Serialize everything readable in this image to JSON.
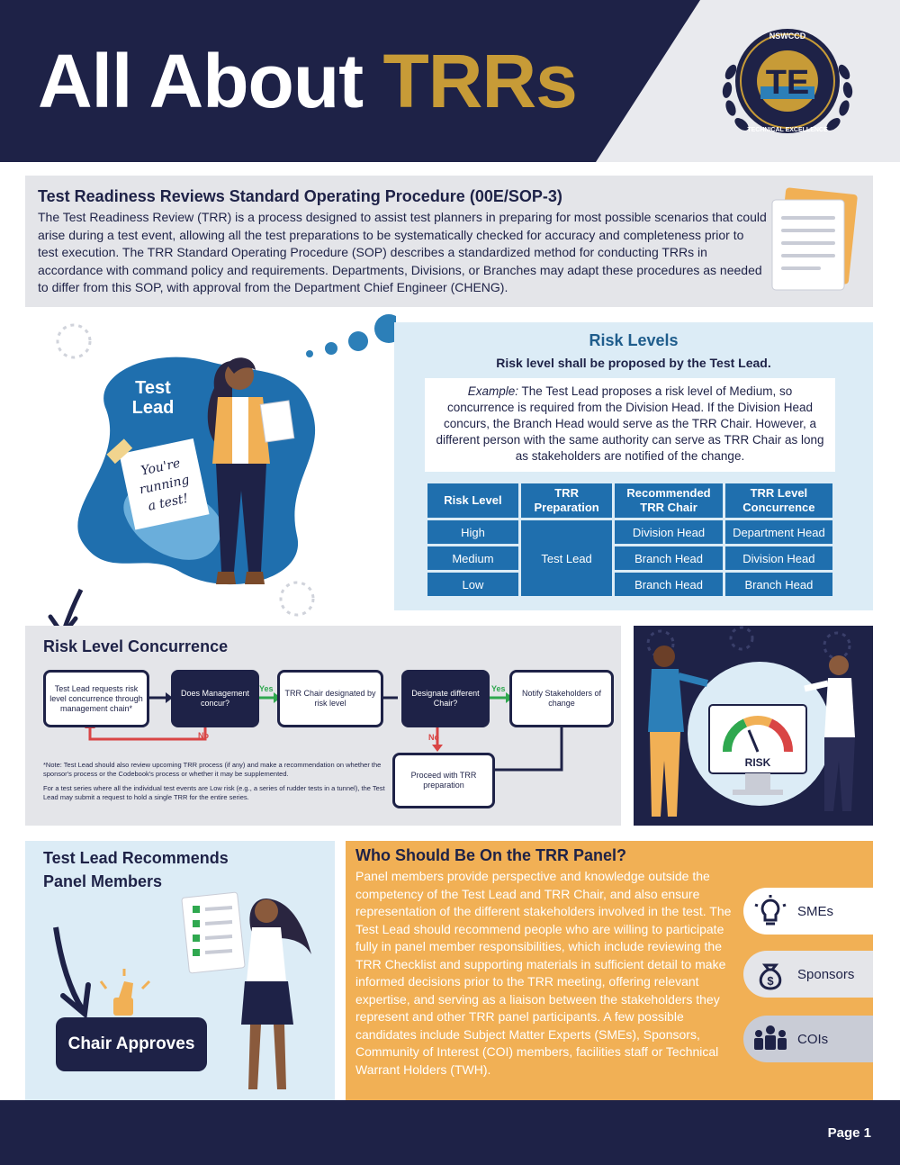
{
  "header": {
    "title_white": "All About ",
    "title_gold": "TRRs",
    "seal_top": "NSWCCD",
    "seal_bottom": "TECHNICAL EXCELLENCE",
    "seal_mark": "TE"
  },
  "intro": {
    "title": "Test Readiness Reviews Standard Operating Procedure (00E/SOP-3)",
    "text": "The Test Readiness Review (TRR) is a process designed to assist test planners in preparing for most possible scenarios that could arise during a test event, allowing all the test preparations to be systematically checked for accuracy and completeness prior to test execution. The TRR Standard Operating Procedure (SOP) describes a standardized method for conducting TRRs in accordance with command policy and requirements. Departments, Divisions, or Branches may adapt these procedures as needed to differ from this SOP, with approval from the Department Chief Engineer (CHENG)."
  },
  "lead_art": {
    "label_line1": "Test",
    "label_line2": "Lead",
    "note_line1": "You're",
    "note_line2": "running",
    "note_line3": "a test!"
  },
  "risk": {
    "title": "Risk Levels",
    "subtitle": "Risk level shall be proposed by the Test Lead.",
    "example_label": "Example:",
    "example_text": " The Test Lead proposes a risk level of Medium, so concurrence is required from the Division Head. If the Division Head concurs, the Branch Head would serve as the TRR Chair. However, a different person with the same authority can serve as TRR Chair as long as stakeholders are notified of the change.",
    "table": {
      "headers": [
        "Risk Level",
        "TRR Preparation",
        "Recommended TRR Chair",
        "TRR Level Concurrence"
      ],
      "rows": [
        [
          "High",
          "Division Head",
          "Department Head"
        ],
        [
          "Medium",
          "Branch Head",
          "Division Head"
        ],
        [
          "Low",
          "Branch Head",
          "Branch Head"
        ]
      ],
      "prep_merged": "Test Lead"
    }
  },
  "concurrence": {
    "title": "Risk Level Concurrence",
    "steps": [
      "Test Lead requests risk level concurrence through management chain*",
      "Does Management concur?",
      "TRR Chair designated by risk level",
      "Designate different Chair?",
      "Notify Stakeholders of change",
      "Proceed with TRR preparation"
    ],
    "yes": "Yes",
    "no": "No",
    "note1": "*Note: Test Lead should also review upcoming TRR process (if any) and make a recommendation on whether the sponsor's process or the Codebook's process or whether it may be supplemented.",
    "note2": "For a test series where all the individual test events are Low risk (e.g., a series of rudder tests in a tunnel), the Test Lead may submit a request to hold a single TRR for the entire series.",
    "gauge_label": "RISK"
  },
  "panel": {
    "left_title": "Test Lead Recommends\nPanel Members",
    "chair_label": "Chair Approves",
    "title": "Who Should Be On the TRR Panel?",
    "text": "Panel members provide perspective and knowledge outside the competency of the Test Lead and TRR Chair, and also ensure representation of the different stakeholders involved in the test. The Test Lead should recommend people who are willing to participate fully in panel member responsibilities, which include reviewing the TRR Checklist and supporting materials in sufficient detail to make informed decisions prior to the TRR meeting, offering relevant expertise, and serving as a liaison between the stakeholders they represent and other TRR panel participants. A few possible candidates include Subject Matter Experts (SMEs), Sponsors, Community of Interest (COI) members, facilities staff or Technical Warrant Holders (TWH).",
    "roles": [
      {
        "label": "SMEs",
        "icon": "lightbulb-icon"
      },
      {
        "label": "Sponsors",
        "icon": "money-bag-icon"
      },
      {
        "label": "COIs",
        "icon": "group-icon"
      }
    ]
  },
  "footer": {
    "page": "Page 1"
  },
  "colors": {
    "navy": "#1e2247",
    "gold": "#c79b37",
    "blue": "#1f6fae",
    "orange": "#f1b055",
    "light_blue": "#dcecf6",
    "light_gray": "#e4e5e9"
  }
}
